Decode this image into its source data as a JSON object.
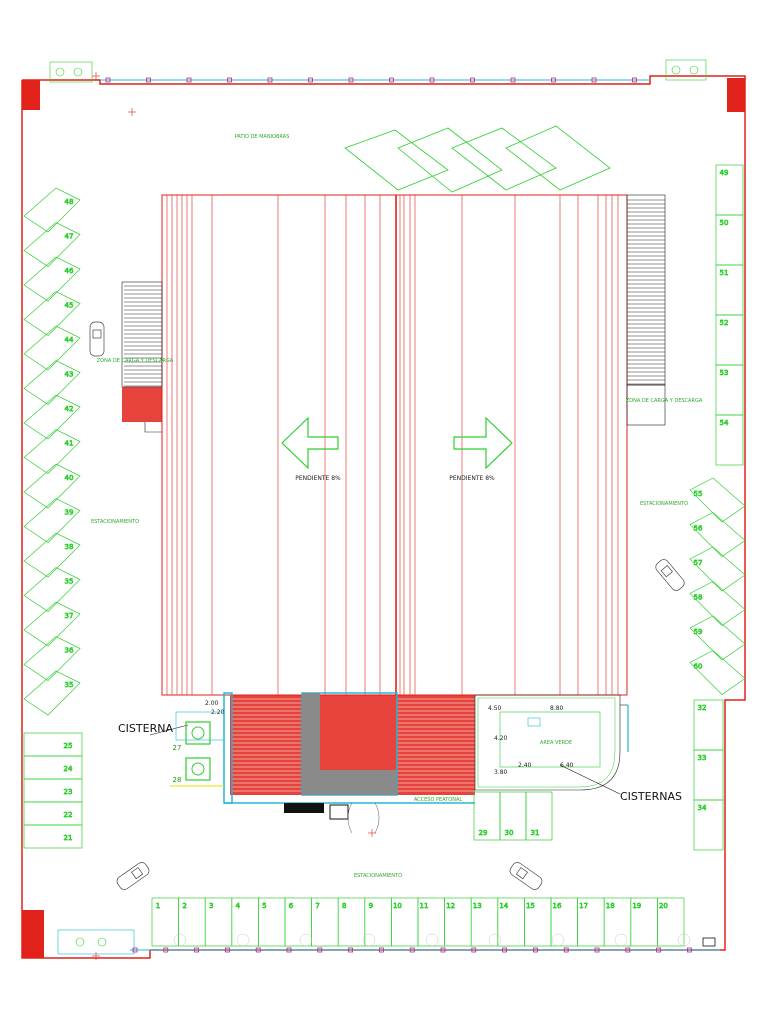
{
  "plan": {
    "labels": {
      "patio_maniobras": "PATIO DE MANIOBRAS",
      "estacionamiento_left": "ESTACIONAMIENTO",
      "estacionamiento_right": "ESTACIONAMIENTO",
      "estacionamiento_bottom": "ESTACIONAMIENTO",
      "pendiente_left": "PENDIENTE 8%",
      "pendiente_right": "PENDIENTE 8%",
      "cisterna": "CISTERNA",
      "cisternas": "CISTERNAS",
      "zona_carga_left": "ZONA DE CARGA Y DESCARGA",
      "zona_carga_right": "ZONA DE CARGA Y DESCARGA",
      "area_verde": "AREA VERDE",
      "acceso": "ACCESO PEATONAL"
    },
    "dimensions": {
      "d_200": "2.00",
      "d_220": "2.20",
      "d_450": "4.50",
      "d_880": "8.80",
      "d_420": "4.20",
      "d_240": "2.40",
      "d_640": "6.40",
      "d_380": "3.80"
    },
    "parking": {
      "left_diagonal": [
        "48",
        "47",
        "46",
        "45",
        "44",
        "43",
        "42",
        "41",
        "40",
        "39",
        "38",
        "35",
        "37",
        "36",
        "35"
      ],
      "left_straight": [
        "25",
        "24",
        "23",
        "22",
        "21"
      ],
      "left_straight_2": [
        "27",
        "28"
      ],
      "right_top": [
        "49",
        "50",
        "51",
        "52",
        "53",
        "54"
      ],
      "right_diagonal": [
        "55",
        "56",
        "57",
        "58",
        "59",
        "60"
      ],
      "right_bottom": [
        "32",
        "33",
        "34"
      ],
      "front": [
        "29",
        "30",
        "31"
      ],
      "bottom": [
        "1",
        "2",
        "3",
        "4",
        "5",
        "6",
        "7",
        "8",
        "9",
        "10",
        "11",
        "12",
        "13",
        "14",
        "15",
        "16",
        "17",
        "18",
        "19",
        "20"
      ]
    }
  }
}
